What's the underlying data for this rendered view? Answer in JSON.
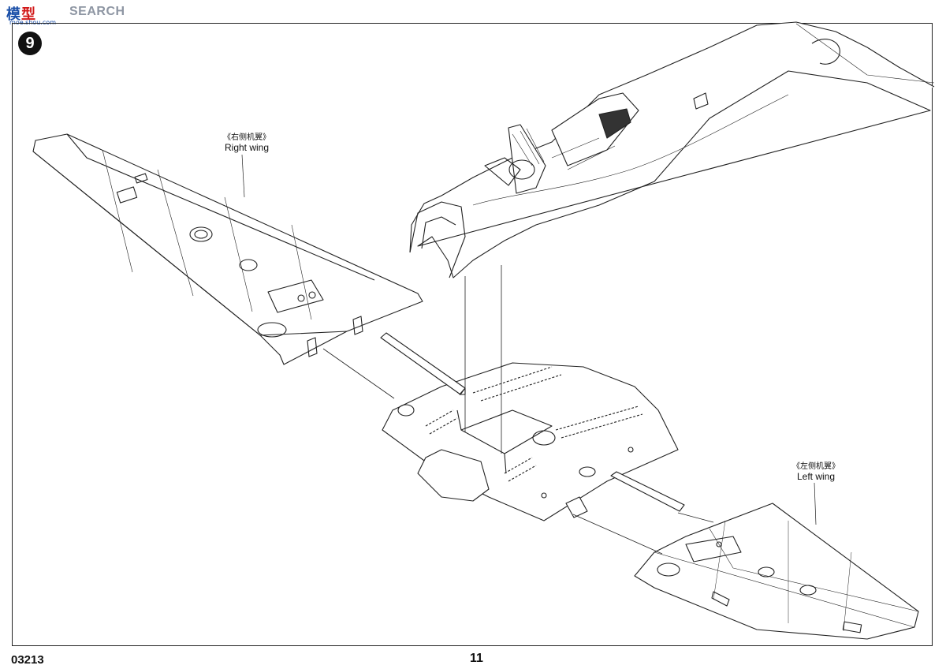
{
  "watermark": {
    "logo_part1": "模",
    "logo_part2": "型",
    "text": "SEARCH",
    "url": "moe.shou.com"
  },
  "step_number": "9",
  "labels": {
    "right_wing_cn": "《右侧机翼》",
    "right_wing_en": "Right wing",
    "left_wing_cn": "《左侧机翼》",
    "left_wing_en": "Left wing"
  },
  "footer": {
    "kit_code": "03213",
    "page_number": "11"
  }
}
